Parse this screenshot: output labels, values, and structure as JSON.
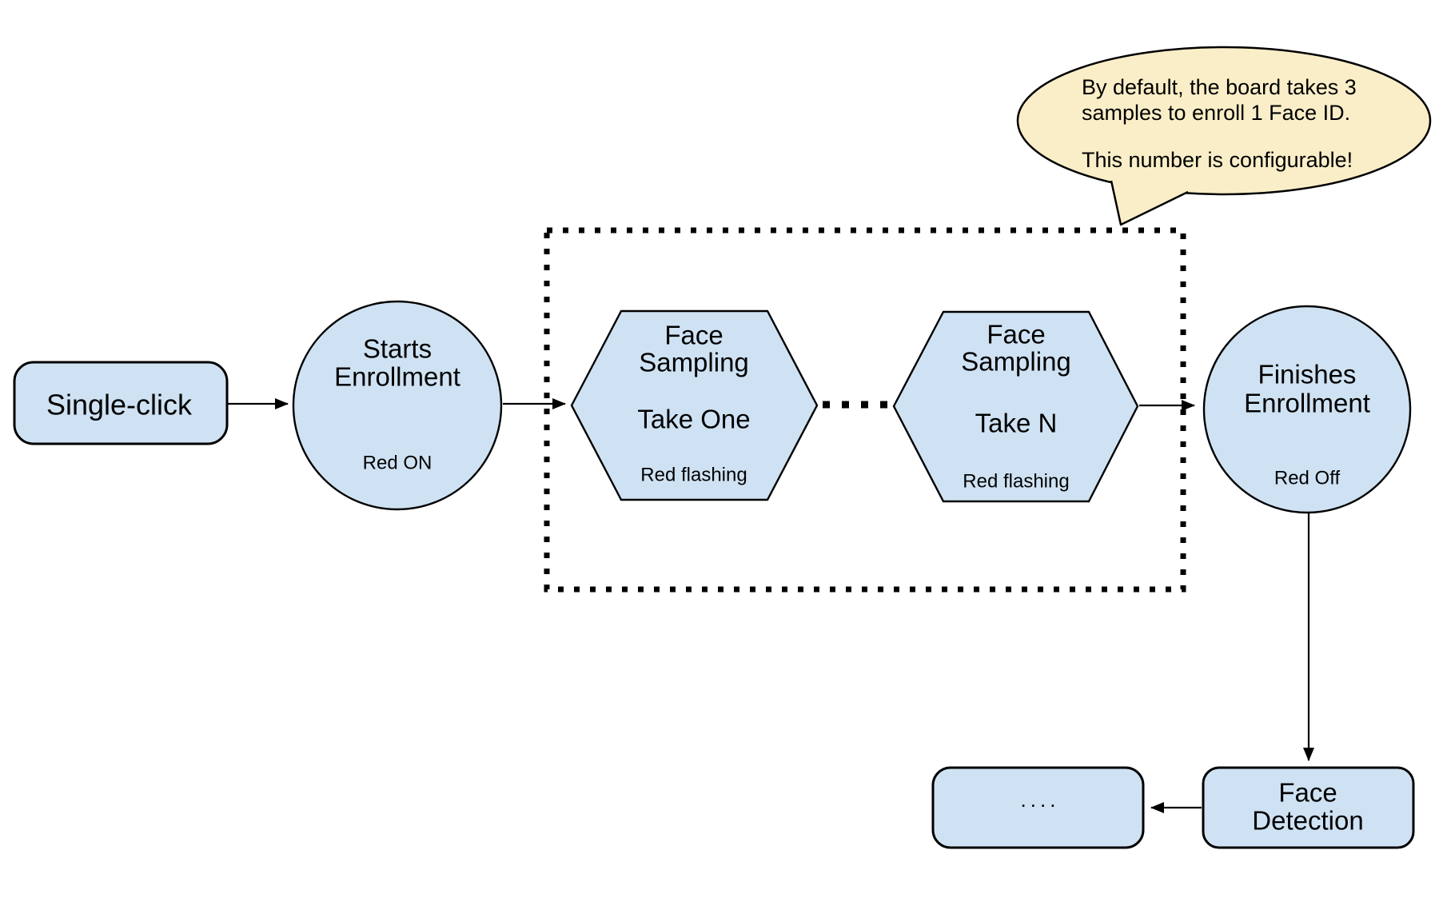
{
  "callout": {
    "line1": "By default, the board takes 3",
    "line2": "samples to enroll 1 Face ID.",
    "line3": "This number is configurable!"
  },
  "nodes": {
    "single_click": {
      "label": "Single-click"
    },
    "starts_enrollment": {
      "title_line1": "Starts",
      "title_line2": "Enrollment",
      "status": "Red ON"
    },
    "face_sampling_first": {
      "title_line1": "Face",
      "title_line2": "Sampling",
      "action": "Take One",
      "status": "Red flashing"
    },
    "face_sampling_last": {
      "title_line1": "Face",
      "title_line2": "Sampling",
      "action": "Take N",
      "status": "Red flashing"
    },
    "finishes_enrollment": {
      "title_line1": "Finishes",
      "title_line2": "Enrollment",
      "status": "Red Off"
    },
    "face_detection": {
      "title_line1": "Face",
      "title_line2": "Detection"
    },
    "continuation": {
      "label": "...."
    }
  },
  "colors": {
    "node_fill": "#cfe2f3",
    "node_stroke": "#000000",
    "callout_fill": "#faeec8",
    "bg": "#ffffff"
  }
}
